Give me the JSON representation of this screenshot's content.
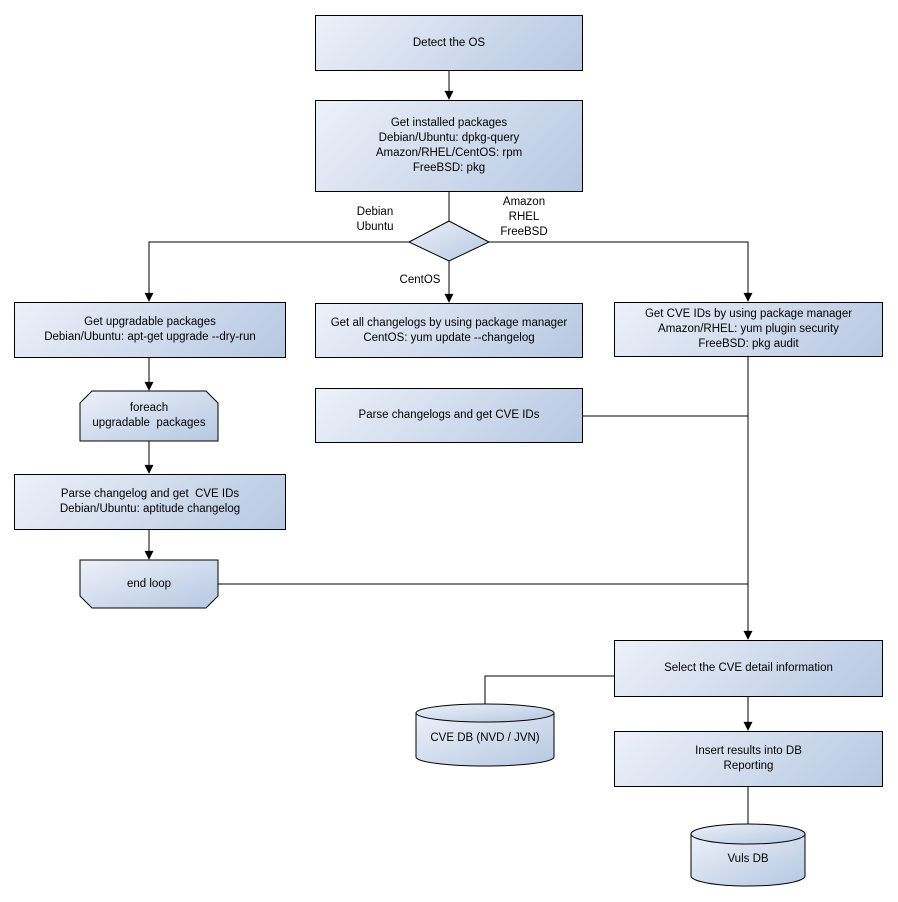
{
  "nodes": {
    "detect_os": {
      "label": "Detect the OS"
    },
    "get_installed_packages": {
      "label": "Get installed packages\nDebian/Ubuntu: dpkg-query\nAmazon/RHEL/CentOS: rpm\nFreeBSD: pkg"
    },
    "get_upgradable_packages": {
      "label": "Get upgradable packages\nDebian/Ubuntu: apt-get upgrade --dry-run"
    },
    "foreach_loop": {
      "label": "foreach\nupgradable  packages"
    },
    "parse_changelog": {
      "label": "Parse changelog and get  CVE IDs\nDebian/Ubuntu: aptitude changelog"
    },
    "end_loop": {
      "label": "end loop"
    },
    "get_all_changelogs": {
      "label": "Get all changelogs by using package manager\nCentOS: yum update --changelog"
    },
    "parse_changelogs": {
      "label": "Parse changelogs and get CVE IDs"
    },
    "get_cve_ids": {
      "label": "Get CVE IDs by using package manager\nAmazon/RHEL: yum plugin security\nFreeBSD: pkg audit"
    },
    "select_cve_detail": {
      "label": "Select the CVE detail information"
    },
    "cve_db": {
      "label": "CVE DB (NVD / JVN)"
    },
    "insert_results": {
      "label": "Insert results into DB\nReporting"
    },
    "vuls_db": {
      "label": "Vuls DB"
    }
  },
  "edge_labels": {
    "debian_ubuntu": "Debian\nUbuntu",
    "amazon_rhel_freebsd": "Amazon\nRHEL\nFreeBSD",
    "centos": "CentOS"
  },
  "colors": {
    "node_fill_light": "#edf1f9",
    "node_fill_dark": "#b6c8e2",
    "border": "#000000",
    "line": "#000000",
    "background": "#ffffff"
  }
}
